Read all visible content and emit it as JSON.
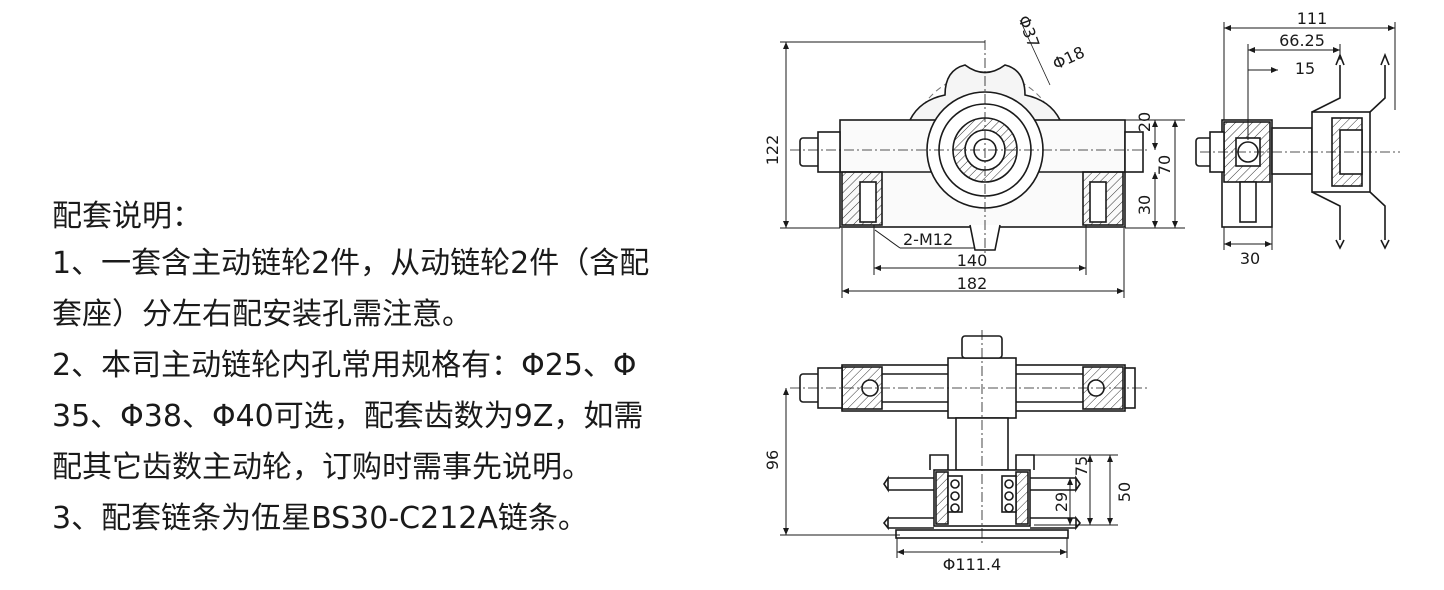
{
  "notes": {
    "title": "配套说明：",
    "lines": [
      "1、一套含主动链轮2件，从动链轮2件（含配",
      "套座）分左右配安装孔需注意。",
      "2、本司主动链轮内孔常用规格有：Φ25、Φ",
      "35、Φ38、Φ40可选，配套齿数为9Z，如需",
      "配其它齿数主动轮，订购时需事先说明。",
      "3、配套链条为伍星BS30-C212A链条。"
    ]
  },
  "front_view": {
    "dim_height_total": "122",
    "dim_top": "20",
    "dim_mid": "70",
    "dim_bottom": "30",
    "dim_diameter_large": "Φ37",
    "dim_diameter_small": "Φ18",
    "thread_label": "2-M12",
    "dim_hole_spacing": "140",
    "dim_width_total": "182"
  },
  "side_view": {
    "dim_total": "111",
    "dim_mid": "66.25",
    "dim_small": "15",
    "dim_bottom": "30"
  },
  "bottom_view": {
    "dim_height": "96",
    "dim_a": "75",
    "dim_b": "29",
    "dim_c": "50",
    "dim_diameter": "Φ111.4"
  }
}
